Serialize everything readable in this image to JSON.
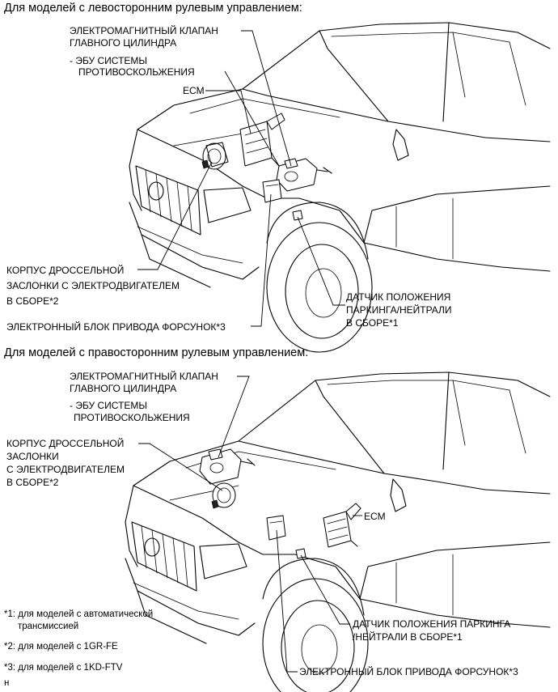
{
  "section_lhd": {
    "heading": "Для моделей с левосторонним рулевым управлением:",
    "labels": {
      "brake_valve_line1": "ЭЛЕКТРОМАГНИТНЫЙ КЛАПАН",
      "brake_valve_line2": "ГЛАВНОГО ЦИЛИНДРА",
      "abs_ecu_line1": "- ЭБУ СИСТЕМЫ",
      "abs_ecu_line2": "ПРОТИВОСКОЛЬЖЕНИЯ",
      "ecm": "ECM",
      "throttle_line1": "КОРПУС ДРОССЕЛЬНОЙ",
      "throttle_line2": "ЗАСЛОНКИ С ЭЛЕКТРОДВИГАТЕЛЕМ",
      "throttle_line3": "В СБОРЕ*2",
      "park_sensor_line1": "ДАТЧИК ПОЛОЖЕНИЯ",
      "park_sensor_line2": "ПАРКИНГА/НЕЙТРАЛИ",
      "park_sensor_line3": "В СБОРЕ*1",
      "injector_driver": "ЭЛЕКТРОННЫЙ БЛОК ПРИВОДА ФОРСУНОК*3"
    }
  },
  "section_rhd": {
    "heading": "Для моделей с правосторонним рулевым управлением:",
    "labels": {
      "brake_valve_line1": "ЭЛЕКТРОМАГНИТНЫЙ КЛАПАН",
      "brake_valve_line2": "ГЛАВНОГО ЦИЛИНДРА",
      "abs_ecu_line1": "- ЭБУ СИСТЕМЫ",
      "abs_ecu_line2": "ПРОТИВОСКОЛЬЖЕНИЯ",
      "throttle_line1": "КОРПУС ДРОССЕЛЬНОЙ",
      "throttle_line2": "ЗАСЛОНКИ",
      "throttle_line3": "С ЭЛЕКТРОДВИГАТЕЛЕМ",
      "throttle_line4": "В СБОРЕ*2",
      "ecm": "ECM",
      "park_sensor_line1": "ДАТЧИК ПОЛОЖЕНИЯ ПАРКИНГА",
      "park_sensor_line2": "/НЕЙТРАЛИ В СБОРЕ*1",
      "injector_driver": "ЭЛЕКТРОННЫЙ БЛОК ПРИВОДА ФОРСУНОК*3"
    }
  },
  "footnotes": {
    "note1_line1": "*1: для моделей с автоматической",
    "note1_line2": "трансмиссией",
    "note2": "*2: для моделей с 1GR-FE",
    "note3": "*3: для моделей с 1KD-FTV",
    "marker": "н"
  }
}
